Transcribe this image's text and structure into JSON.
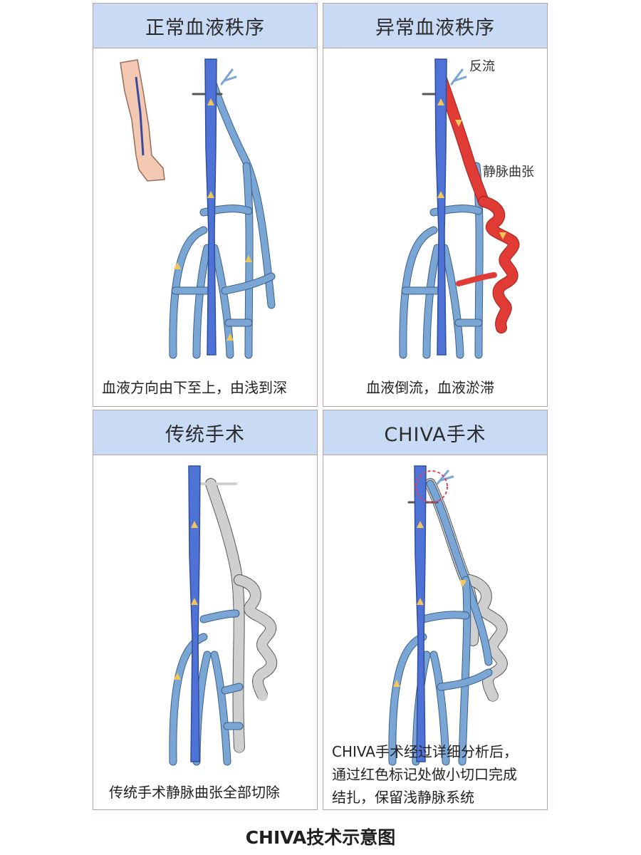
{
  "panels": {
    "normal": {
      "title": "正常血液秩序",
      "caption": "血液方向由下至上，由浅到深"
    },
    "abnormal": {
      "title": "异常血液秩序",
      "caption": "血液倒流，血液淤滞",
      "label_reflux": "反流",
      "label_varicose": "静脉曲张"
    },
    "traditional": {
      "title": "传统手术",
      "caption": "传统手术静脉曲张全部切除"
    },
    "chiva": {
      "title": "CHIVA手术",
      "caption_lines": [
        "CHIVA手术经过详细分析后，",
        "通过红色标记处做小切口完成",
        "结扎，保留浅静脉系统"
      ]
    }
  },
  "footer": {
    "title": "CHIVA技术示意图"
  },
  "colors": {
    "header_bg": "#c9dbf4",
    "deep_vein": "#4f72d6",
    "superficial_vein": "#7aa6d6",
    "reflux": "#e03b35",
    "removed": "#cfcfcf",
    "arrow": "#f2c65a",
    "incision_marker": "#e0405a"
  },
  "icons": {
    "leg": "leg-illustration-icon",
    "flow_arrow": "flow-arrow-icon",
    "incision": "incision-circle-icon"
  }
}
